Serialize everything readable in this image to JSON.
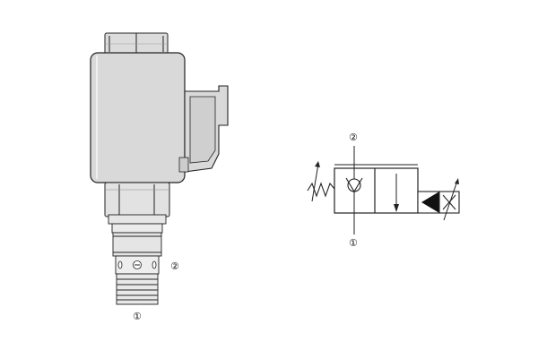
{
  "valve_drawing": {
    "port_2_label": "②",
    "port_1_label": "①"
  },
  "hydraulic_symbol": {
    "port_2_label": "②",
    "port_1_label": "①"
  },
  "colors": {
    "solenoid_fill": "#d9d9d9",
    "body_fill": "#e2e2e2",
    "stroke": "#222222",
    "symbol_fill_dark": "#111111"
  }
}
